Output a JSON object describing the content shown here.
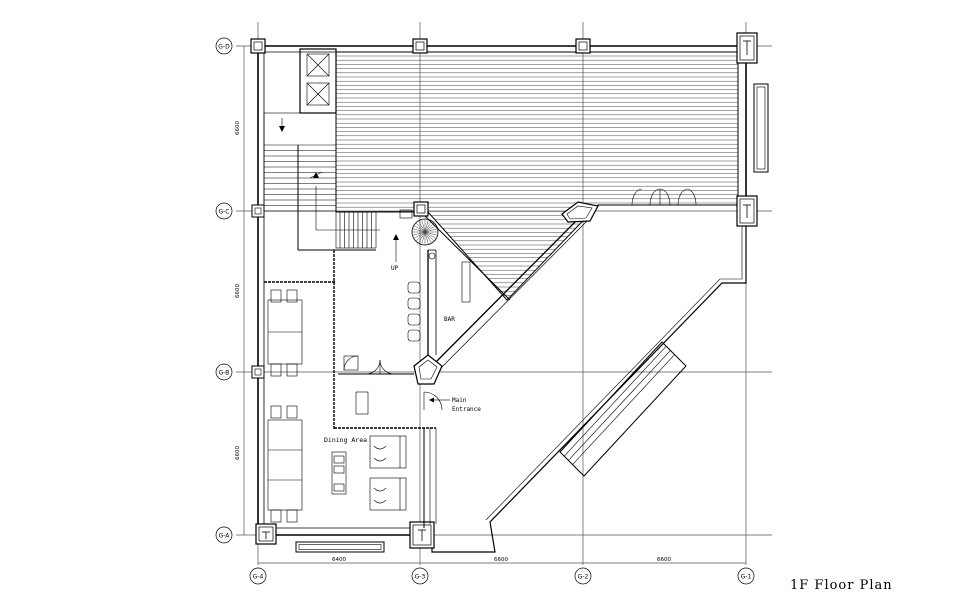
{
  "title": "1F Floor Plan",
  "grid": {
    "columns": [
      "G-4",
      "G-3",
      "G-2",
      "G-1"
    ],
    "rows": [
      "G-D",
      "G-C",
      "G-B",
      "G-A"
    ],
    "bottom_dims": [
      "6400",
      "6600",
      "6600"
    ],
    "side_dims": [
      "6600",
      "6600",
      "6600"
    ]
  },
  "labels": {
    "bar": "BAR",
    "up": "UP",
    "main_entrance_1": "Main",
    "main_entrance_2": "Entrance",
    "dining": "Dining Area"
  }
}
